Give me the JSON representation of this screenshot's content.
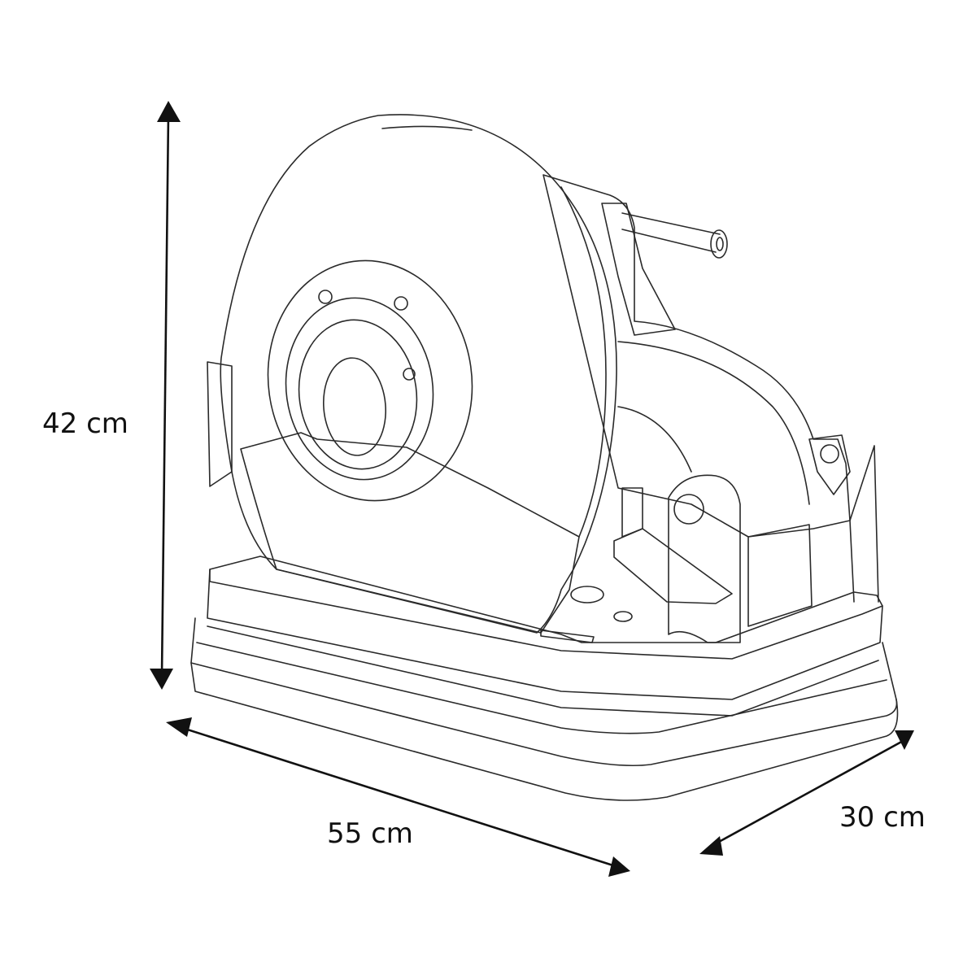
{
  "diagram": {
    "dimensions": {
      "height": "42 cm",
      "width": "55 cm",
      "depth": "30 cm"
    },
    "colors": {
      "line": "#2a2a2a",
      "arrow": "#111111",
      "background": "#ffffff"
    }
  }
}
